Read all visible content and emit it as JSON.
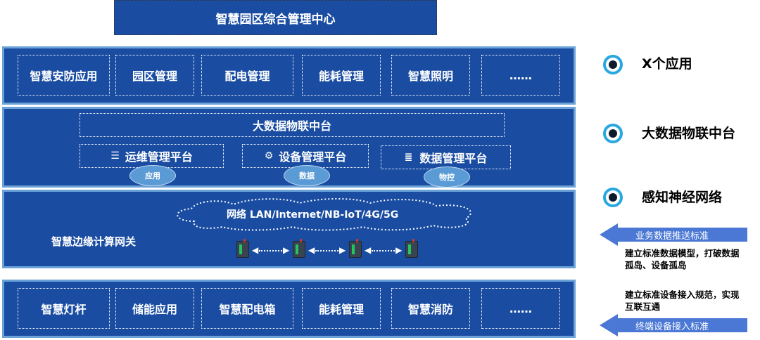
{
  "title": "智慧园区综合管理中心",
  "apps_row": [
    "智慧安防应用",
    "园区管理",
    "配电管理",
    "能耗管理",
    "智慧照明",
    "……"
  ],
  "platform": {
    "title": "大数据物联中台",
    "modules": [
      {
        "label": "运维管理平台",
        "icon": "server-icon",
        "tag": "应用"
      },
      {
        "label": "设备管理平台",
        "icon": "gears-icon",
        "tag": "数据"
      },
      {
        "label": "数据管理平台",
        "icon": "database-icon",
        "tag": "物控"
      }
    ]
  },
  "network": {
    "cloud_label": "网络 LAN/Internet/NB-IoT/4G/5G",
    "gateway_label": "智慧边缘计算网关"
  },
  "devices_row": [
    "智慧灯杆",
    "储能应用",
    "智慧配电箱",
    "能耗管理",
    "智慧消防",
    "……"
  ],
  "legend": [
    "X个应用",
    "大数据物联中台",
    "感知神经网络"
  ],
  "arrows": {
    "upper_label": "业务数据推送标准",
    "upper_note": "建立标准数据模型，打破数据孤岛、设备孤岛",
    "lower_note": "建立标准设备接入规范，实现互联互通",
    "lower_label": "终端设备接入标准"
  },
  "colors": {
    "panel": "#1a4da2",
    "panel_border": "#6ba2d8",
    "accent": "#29a8e0"
  }
}
